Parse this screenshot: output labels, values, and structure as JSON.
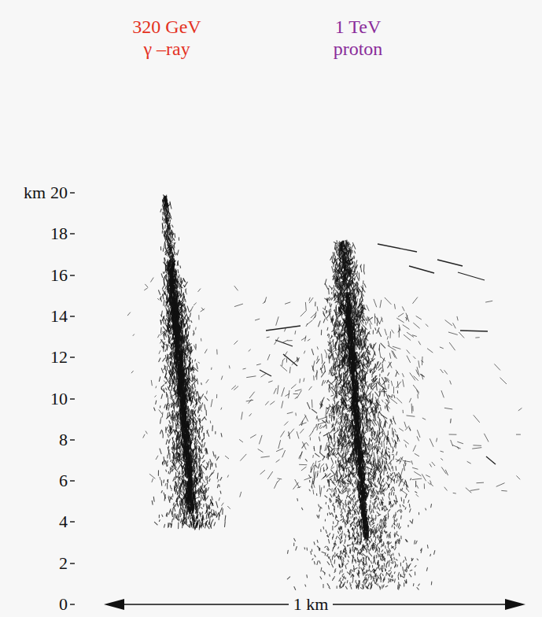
{
  "diagram": {
    "labels": [
      "320 GeV",
      "γ –ray",
      "1 TeV",
      "proton",
      "km",
      "20",
      "18",
      "16",
      "14",
      "12",
      "10",
      "8",
      "6",
      "4",
      "2",
      "0",
      "1 km"
    ]
  }
}
